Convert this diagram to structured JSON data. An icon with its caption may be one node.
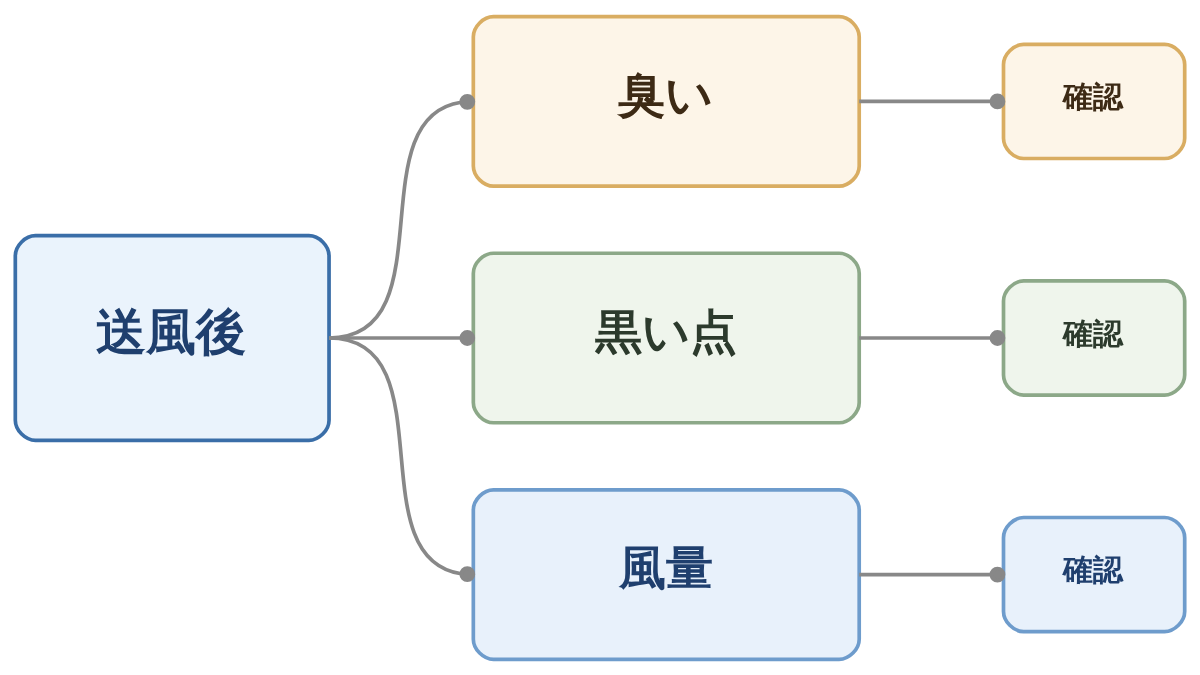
{
  "diagram": {
    "nodes": [
      {
        "text": [
          "送風後"
        ]
      },
      {
        "text": [
          "臭い"
        ]
      },
      {
        "text": [
          "確認"
        ]
      },
      {
        "text": [
          "黒い点"
        ]
      },
      {
        "text": [
          "確認"
        ]
      },
      {
        "text": [
          "風量"
        ]
      },
      {
        "text": [
          "確認"
        ]
      }
    ],
    "edges": [
      {
        "from": 0,
        "to": 1,
        "arrow": "other"
      },
      {
        "from": 0,
        "to": 3,
        "arrow": "other"
      },
      {
        "from": 0,
        "to": 5,
        "arrow": "other"
      },
      {
        "from": 1,
        "to": 2,
        "arrow": "other"
      },
      {
        "from": 3,
        "to": 4,
        "arrow": "other"
      },
      {
        "from": 5,
        "to": 6,
        "arrow": "other"
      }
    ]
  }
}
